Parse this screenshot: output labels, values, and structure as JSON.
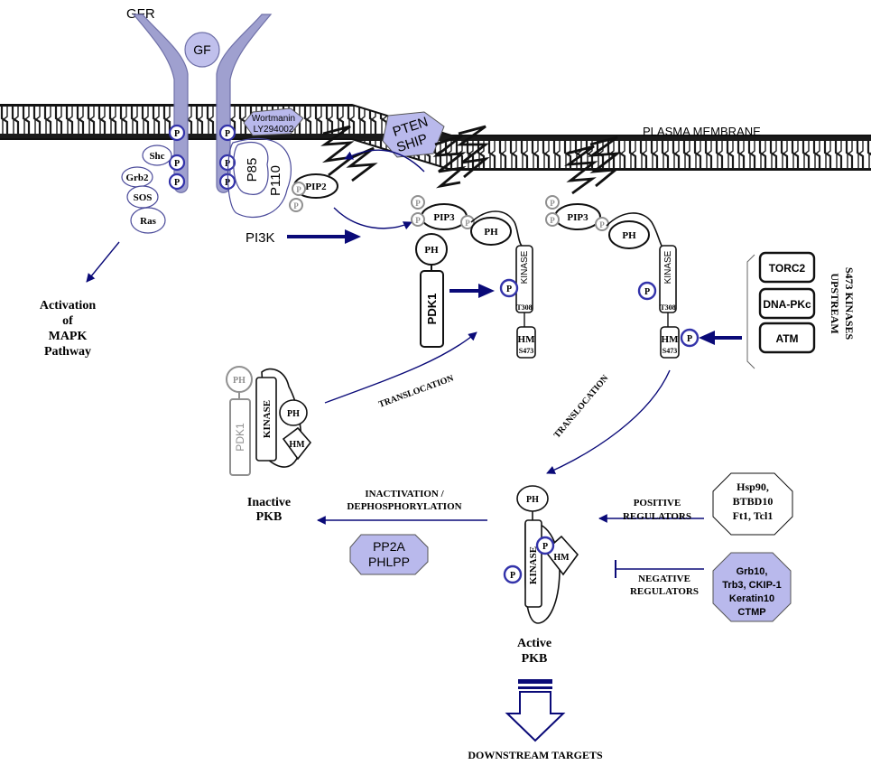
{
  "labels": {
    "gfr": "GFR",
    "gf": "GF",
    "p": "P",
    "shc": "Shc",
    "grb2": "Grb2",
    "sos": "SOS",
    "ras": "Ras",
    "wortmanin": "Wortmanin",
    "ly": "LY294002",
    "p85": "P85",
    "p110": "P110",
    "pi3k": "PI3K",
    "pten": "PTEN",
    "ship": "SHIP",
    "plasma_membrane": "PLASMA MEMBRANE",
    "pip2": "PIP2",
    "pip3": "PIP3",
    "ph": "PH",
    "pdk1": "PDK1",
    "kinase": "KINASE",
    "t308": "T308",
    "hm": "HM",
    "s473": "S473",
    "torc2": "TORC2",
    "dnapkc": "DNA-PKc",
    "atm": "ATM",
    "upstream_1": "UPSTREAM",
    "upstream_2": "S473 KINASES",
    "activation_1": "Activation",
    "activation_2": "of",
    "activation_3": "MAPK",
    "activation_4": "Pathway",
    "translocation": "TRANSLOCATION",
    "inactive_1": "Inactive",
    "inactive_2": "PKB",
    "inactivation_1": "INACTIVATION /",
    "inactivation_2": "DEPHOSPHORYLATION",
    "pp2a": "PP2A",
    "phlpp": "PHLPP",
    "positive_1": "POSITIVE",
    "positive_2": "REGULATORS",
    "negative_1": "NEGATIVE",
    "negative_2": "REGULATORS",
    "hsp_1": "Hsp90,",
    "hsp_2": "BTBD10",
    "hsp_3": "Ft1, Tcl1",
    "grb10_1": "Grb10,",
    "grb10_2": "Trb3, CKIP-1",
    "grb10_3": "Keratin10",
    "grb10_4": "CTMP",
    "active_1": "Active",
    "active_2": "PKB",
    "downstream": "DOWNSTREAM TARGETS"
  },
  "colors": {
    "receptor": "#9fa0cf",
    "receptor_stroke": "#6f70a8",
    "phospho": "#3333aa",
    "arrow": "#0a0a78",
    "lavender": "#b9b9ec",
    "grey": "#909090"
  }
}
